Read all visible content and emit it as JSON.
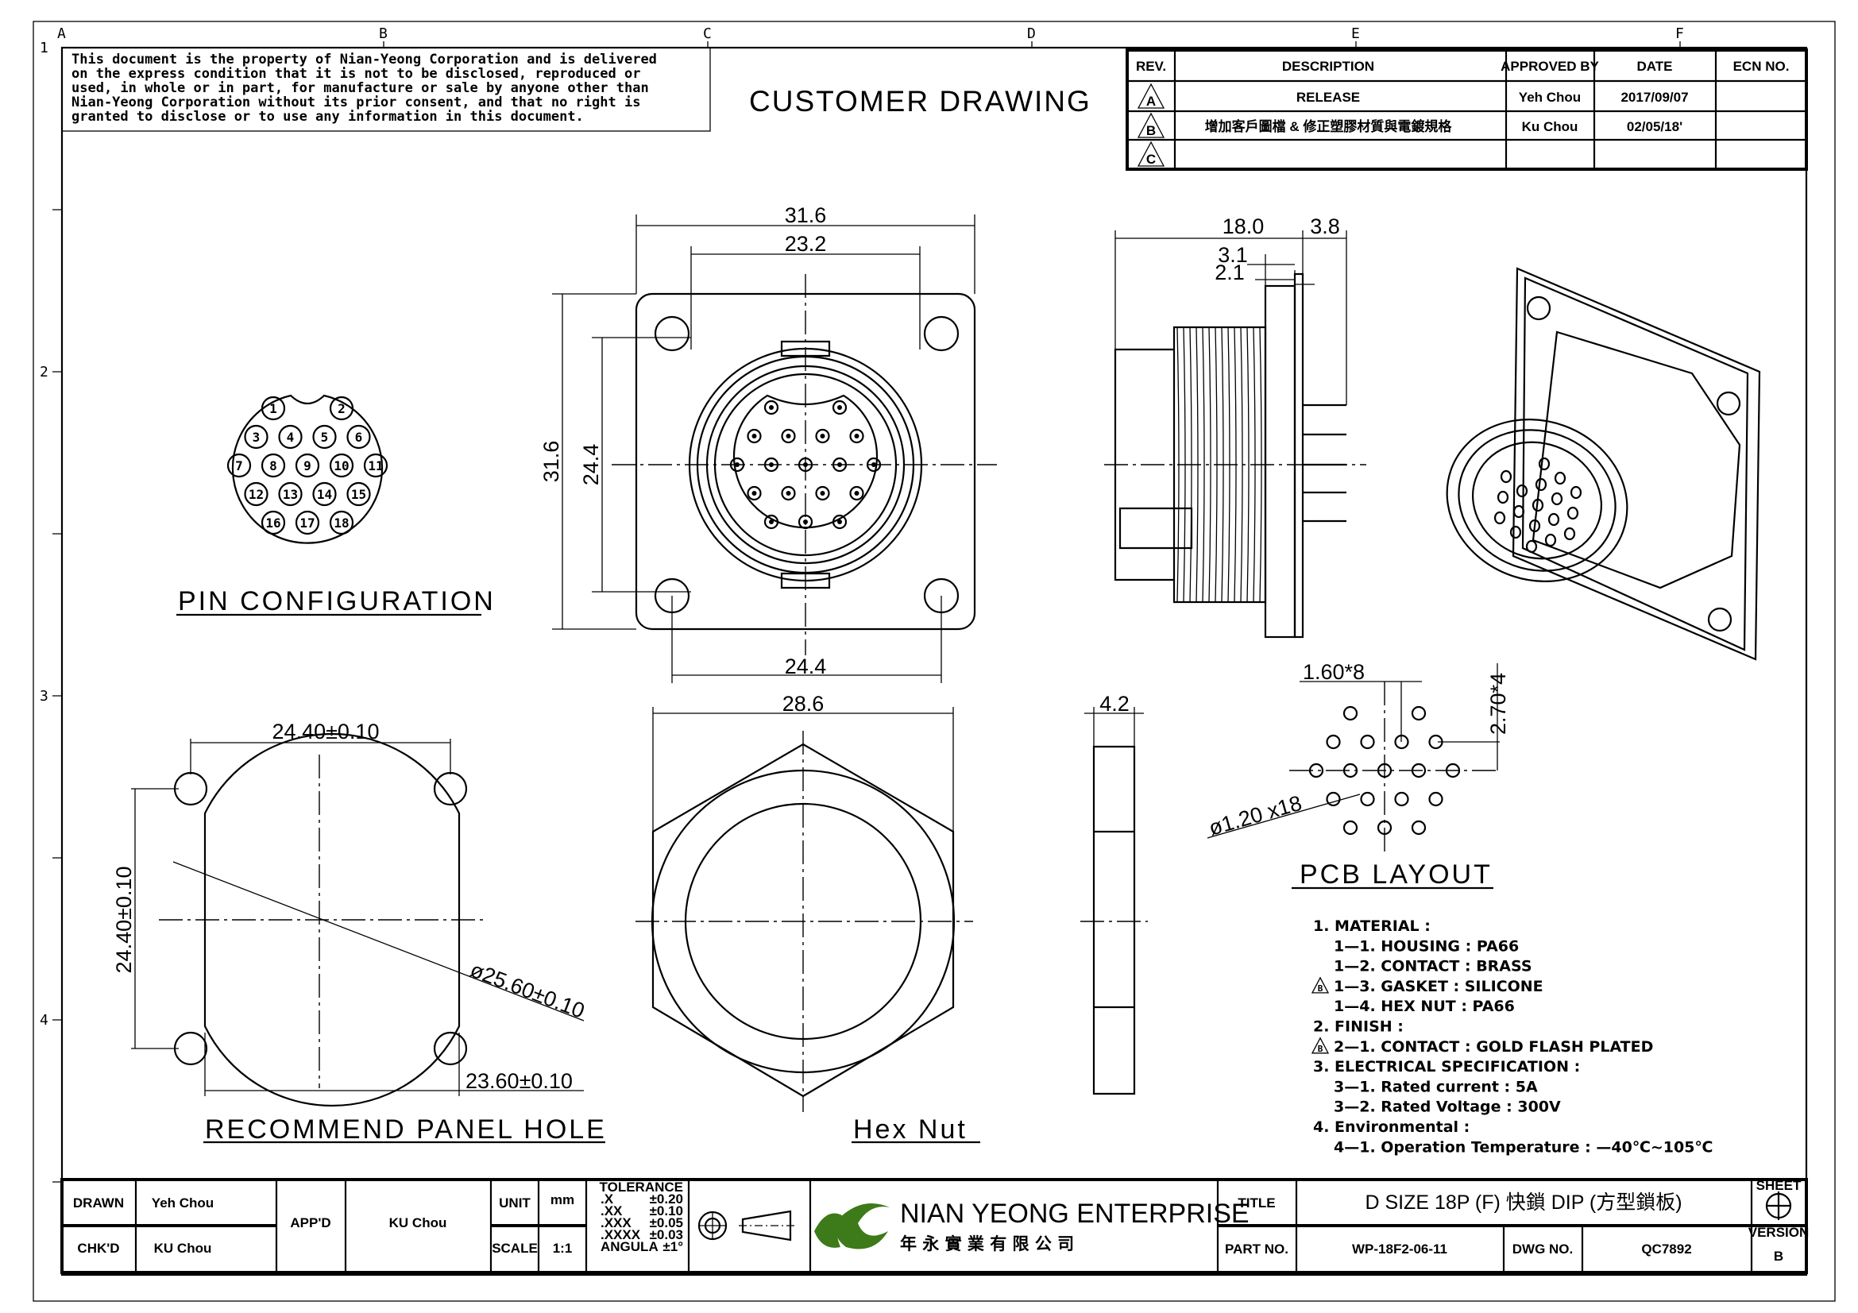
{
  "frame": {
    "columns": [
      "A",
      "B",
      "C",
      "D",
      "E",
      "F"
    ],
    "rows": [
      "1",
      "2",
      "3",
      "4"
    ]
  },
  "disclaimer": [
    "This document is the property of Nian-Yeong Corporation and is delivered",
    "on  the  express condition that it is not to be disclosed, reproduced or",
    "used, in whole or in part, for manufacture or sale by anyone other than",
    "Nian-Yeong Corporation without  its prior consent, and that  no right  is",
    "granted to disclose or to use any information in this  document."
  ],
  "header_title": "CUSTOMER DRAWING",
  "revision_table": {
    "headers": [
      "REV.",
      "DESCRIPTION",
      "APPROVED BY",
      "DATE",
      "ECN NO."
    ],
    "rows": [
      {
        "rev": "A",
        "description": "RELEASE",
        "approved_by": "Yeh Chou",
        "date": "2017/09/07",
        "ecn": ""
      },
      {
        "rev": "B",
        "description": "增加客戶圖檔 & 修正塑膠材質與電鍍規格",
        "approved_by": "Ku Chou",
        "date": "02/05/18'",
        "ecn": ""
      },
      {
        "rev": "C",
        "description": "",
        "approved_by": "",
        "date": "",
        "ecn": ""
      }
    ]
  },
  "views": {
    "pin_configuration": {
      "label": "PIN CONFIGURATION",
      "pins": [
        "1",
        "2",
        "3",
        "4",
        "5",
        "6",
        "7",
        "8",
        "9",
        "10",
        "11",
        "12",
        "13",
        "14",
        "15",
        "16",
        "17",
        "18"
      ]
    },
    "front": {
      "dims": {
        "width_outer": "31.6",
        "width_inner": "23.2",
        "height_outer": "31.6",
        "height_inner": "24.4",
        "hole_pitch": "24.4"
      }
    },
    "side": {
      "dims": {
        "length": "18.0",
        "flange": "3.8",
        "d1": "3.1",
        "d2": "2.1"
      }
    },
    "pcb_layout": {
      "label": "PCB LAYOUT",
      "pitch_x": "1.60*8",
      "pitch_y": "2.70*4",
      "hole": "ø1.20 x18"
    },
    "panel_hole": {
      "label": "RECOMMEND PANEL HOLE",
      "h_pitch": "24.40±0.10",
      "v_pitch": "24.40±0.10",
      "diameter": "ø25.60±0.10",
      "flat": "23.60±0.10"
    },
    "hex_nut": {
      "label": "Hex Nut",
      "across": "28.6",
      "thickness": "4.2"
    }
  },
  "notes": [
    {
      "text": "1.  MATERIAL  :",
      "indent": 0,
      "rev": ""
    },
    {
      "text": "1—1.  HOUSING  :  PA66",
      "indent": 1,
      "rev": ""
    },
    {
      "text": "1—2.  CONTACT  :  BRASS",
      "indent": 1,
      "rev": ""
    },
    {
      "text": "1—3.  GASKET  :  SILICONE",
      "indent": 1,
      "rev": "B"
    },
    {
      "text": "1—4.  HEX  NUT  :  PA66",
      "indent": 1,
      "rev": ""
    },
    {
      "text": "2.  FINISH  :",
      "indent": 0,
      "rev": ""
    },
    {
      "text": "2—1.  CONTACT  :  GOLD  FLASH  PLATED",
      "indent": 1,
      "rev": "B"
    },
    {
      "text": "3.  ELECTRICAL  SPECIFICATION  :",
      "indent": 0,
      "rev": ""
    },
    {
      "text": "3—1.  Rated  current  :  5A",
      "indent": 1,
      "rev": ""
    },
    {
      "text": "3—2.  Rated  Voltage  :  300V",
      "indent": 1,
      "rev": ""
    },
    {
      "text": "4.  Environmental  :",
      "indent": 0,
      "rev": ""
    },
    {
      "text": "4—1.  Operation  Temperature  :  —40℃~105℃",
      "indent": 1,
      "rev": ""
    }
  ],
  "title_block": {
    "drawn_label": "DRAWN",
    "drawn": "Yeh Chou",
    "checked_label": "CHK'D",
    "checked": "KU Chou",
    "approved_label": "APP'D",
    "approved": "KU Chou",
    "unit_label": "UNIT",
    "unit": "mm",
    "scale_label": "SCALE",
    "scale": "1:1",
    "tolerance_label": "TOLERANCE",
    "tolerances": [
      [
        ".X",
        "±0.20"
      ],
      [
        ".XX",
        "±0.10"
      ],
      [
        ".XXX",
        "±0.05"
      ],
      [
        ".XXXX",
        "±0.03"
      ],
      [
        "ANGULA",
        "±1°"
      ]
    ],
    "company": "NIAN YEONG ENTERPRISE",
    "company_cn": "年 永 實 業 有 限 公 司",
    "title_label": "TITLE",
    "title": "D SIZE 18P (F) 快鎖 DIP (方型鎖板)",
    "part_label": "PART NO.",
    "part": "WP-18F2-06-11",
    "dwg_label": "DWG NO.",
    "dwg": "QC7892",
    "sheet_label": "SHEET",
    "version_label": "VERSION",
    "version": "B",
    "logo_color": "#3d7a1a"
  }
}
